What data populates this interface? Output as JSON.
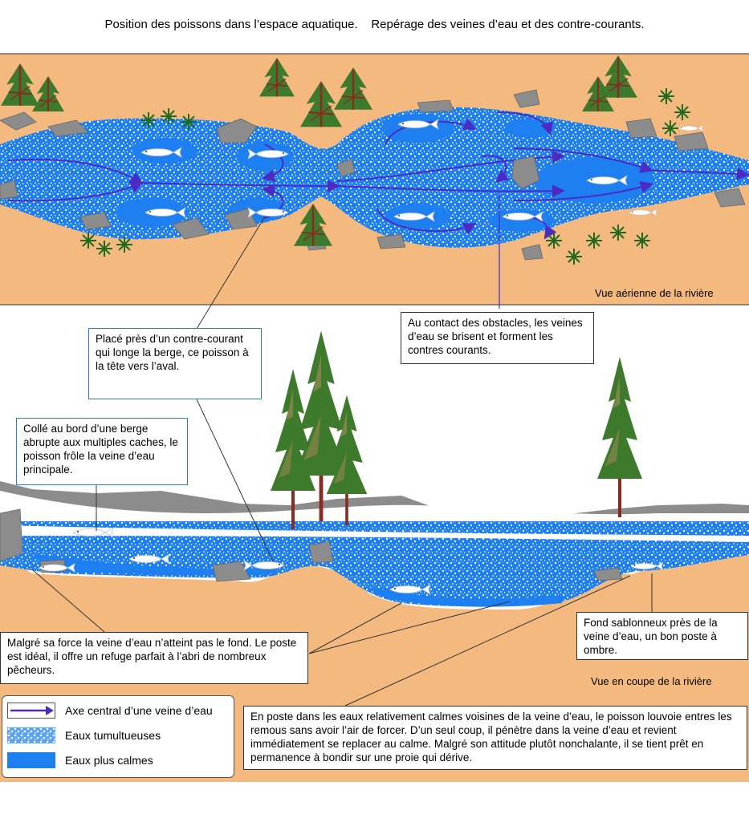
{
  "title": "Position des poissons dans l’espace aquatique.    Repérage des veines d’eau et des contre-courants.",
  "views": {
    "aerial": "Vue aérienne de la rivière",
    "section": "Vue en coupe de la rivière"
  },
  "notes": {
    "obstacles": "Au contact des obstacles, les veines d’eau se brisent et forment les contres courants.",
    "contre_courant": "Placé près d’un contre-courant qui longe la berge, ce poisson à la tête vers l’aval.",
    "berge": "Collé au bord d’une berge abrupte aux multiples caches, le poisson frôle la veine d’eau principale.",
    "fond": "Malgré sa force la veine d’eau n’atteint pas le fond. Le poste est idéal, il offre un refuge parfait à l’abri de nombreux pêcheurs.",
    "sablonneux": "Fond sablonneux près de la veine d’eau, un bon poste à ombre.",
    "calme": "En poste dans les eaux relativement calmes voisines de la veine d’eau, le poisson louvoie entres les remous sans avoir l’air de forcer. D’un seul coup, il pénètre dans la veine d’eau et revient immédiatement se replacer au calme. Malgré son attitude plutôt nonchalante, il se tient prêt en permanence à bondir sur une proie qui dérive."
  },
  "legend": {
    "axe": "Axe central d’une veine d’eau",
    "tumultueuses": "Eaux tumultueuses",
    "calmes": "Eaux plus calmes"
  },
  "colors": {
    "sand": "#f4b97f",
    "water_calm": "#1e7ff0",
    "water_turbulent": "#ffffff",
    "rock": "#8c8c8c",
    "current_axis": "#4b2bc4",
    "tree": "#3e7a2c",
    "trunk": "#8a2a20"
  }
}
